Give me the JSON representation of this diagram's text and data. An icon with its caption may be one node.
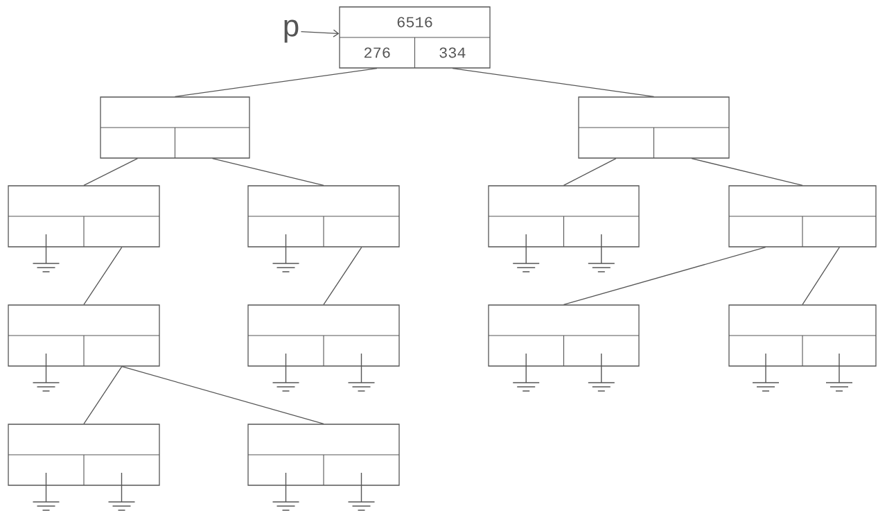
{
  "diagram": {
    "nodes": [
      {
        "text": [
          "p"
        ]
      },
      {
        "text": [
          "6516",
          "276",
          "334"
        ]
      },
      {
        "text": [],
        "shape": "box"
      },
      {
        "text": [],
        "shape": "box"
      },
      {
        "text": [],
        "shape": "box"
      },
      {
        "text": [],
        "shape": "box"
      },
      {
        "text": [],
        "shape": "box"
      },
      {
        "text": [],
        "shape": "box"
      },
      {
        "text": [],
        "shape": "box"
      },
      {
        "text": [],
        "shape": "box"
      },
      {
        "text": [],
        "shape": "box"
      },
      {
        "text": [],
        "shape": "box"
      },
      {
        "text": [],
        "shape": "box"
      },
      {
        "text": [],
        "shape": "box"
      }
    ],
    "edges": [
      {
        "from": 0,
        "to": 1,
        "arrow": "to"
      },
      {
        "from": 1,
        "to": 2,
        "arrow": "none"
      },
      {
        "from": 1,
        "to": 3,
        "arrow": "none"
      },
      {
        "from": 2,
        "to": 4,
        "arrow": "none"
      },
      {
        "from": 2,
        "to": 5,
        "arrow": "none"
      },
      {
        "from": 3,
        "to": 6,
        "arrow": "none"
      },
      {
        "from": 3,
        "to": 7,
        "arrow": "none"
      },
      {
        "from": 4,
        "to": 8,
        "arrow": "none"
      },
      {
        "from": 5,
        "to": 9,
        "arrow": "none"
      },
      {
        "from": 7,
        "to": 10,
        "arrow": "none"
      },
      {
        "from": 7,
        "to": 11,
        "arrow": "none"
      },
      {
        "from": 8,
        "to": 12,
        "arrow": "none"
      },
      {
        "from": 8,
        "to": 13,
        "arrow": "none"
      }
    ]
  }
}
